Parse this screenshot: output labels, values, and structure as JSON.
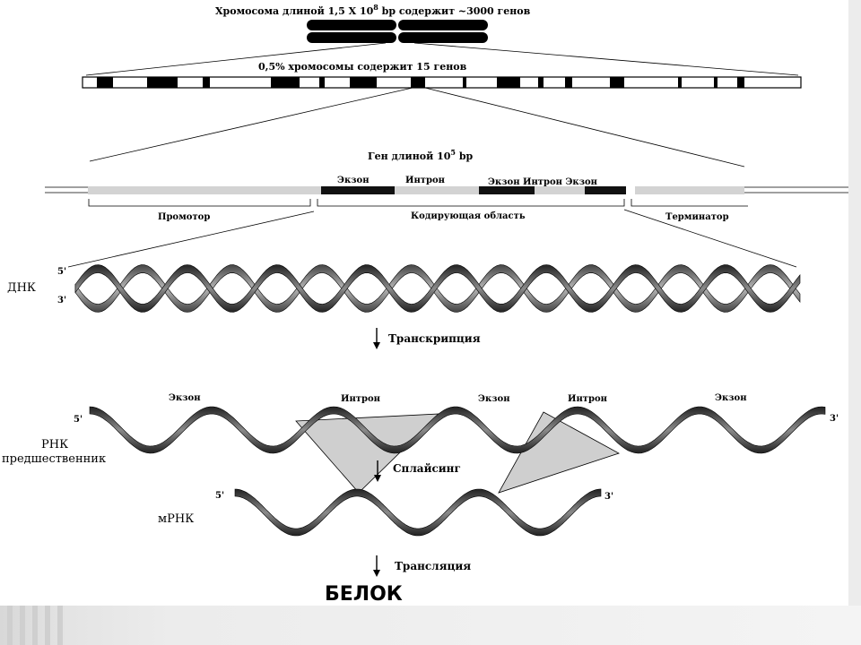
{
  "chromosome": {
    "title_prefix": "Хромосома длиной 1,5 X 10",
    "title_exp": "8",
    "title_suffix": " bp содержит ~3000 генов"
  },
  "segment": {
    "label": "0,5% хромосомы содержит 15 генов"
  },
  "gene": {
    "title_prefix": "Ген длиной 10",
    "title_exp": "5",
    "title_suffix": " bp",
    "exon1": "Экзон",
    "intron1": "Интрон",
    "exon_intron": "Экзон Интрон Экзон",
    "promoter": "Промотор",
    "coding_region": "Кодирующая область",
    "terminator": "Терминатор"
  },
  "dna": {
    "label": "ДНК",
    "end5": "5'",
    "end3": "3'"
  },
  "steps": {
    "transcription": "Транскрипция",
    "splicing": "Сплайсинг",
    "translation": "Трансляция"
  },
  "pre_rna": {
    "label_line1": "РНК",
    "label_line2": "предшественник",
    "end5": "5'",
    "end3": "3'",
    "exon_a": "Экзон",
    "intron_a": "Интрон",
    "exon_b": "Экзон",
    "intron_b": "Интрон",
    "exon_c": "Экзон"
  },
  "mrna": {
    "label": "мРНК",
    "end5": "5'",
    "end3": "3'"
  },
  "protein": {
    "label": "БЕЛОК"
  },
  "colors": {
    "dark": "#111111",
    "gray": "#9a9a9a",
    "light": "#d3d3d3",
    "fill": "#cfcfcf"
  }
}
